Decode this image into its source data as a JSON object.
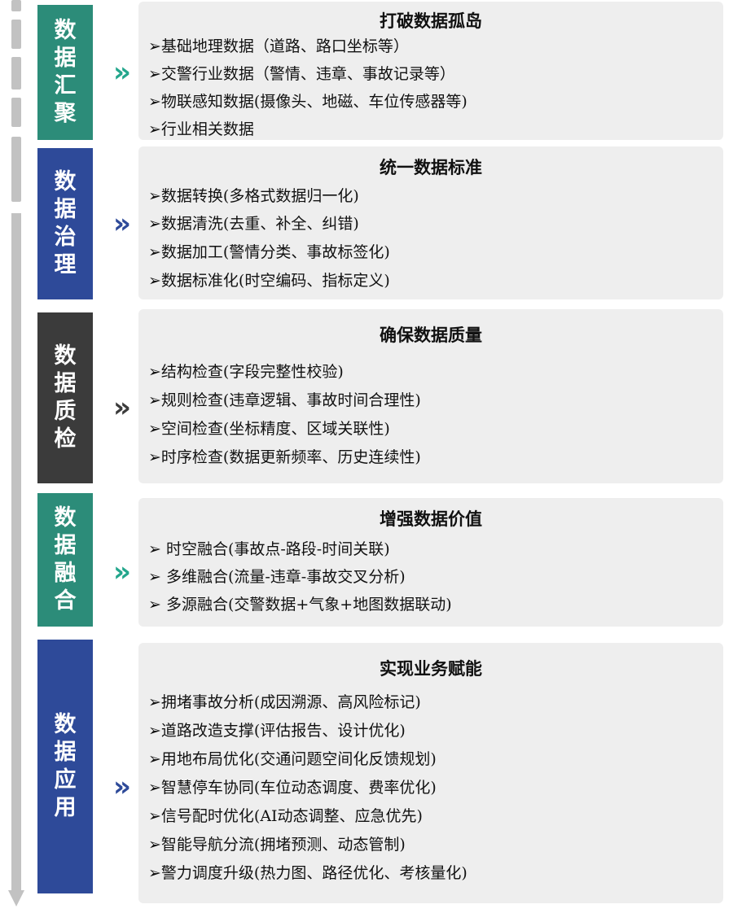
{
  "colors": {
    "teal": "#2c8c79",
    "blue": "#2e4a99",
    "dark": "#3b3b3b",
    "axis": "#c2c2c2",
    "card": "#eeeeee",
    "chevron_teal": "#23a68c",
    "chevron_blue": "#2e4a99",
    "chevron_dark": "#3b3b3b"
  },
  "stages": [
    {
      "label": "数据汇聚",
      "color": "teal",
      "chevron": "»",
      "title": "打破数据孤岛",
      "items": [
        "➢基础地理数据（道路、路口坐标等）",
        "➢交警行业数据（警情、违章、事故记录等）",
        "➢物联感知数据(摄像头、地磁、车位传感器等)",
        "➢行业相关数据"
      ]
    },
    {
      "label": "数据治理",
      "color": "blue",
      "chevron": "»",
      "title": "统一数据标准",
      "items": [
        "➢数据转换(多格式数据归一化)",
        "➢数据清洗(去重、补全、纠错)",
        "➢数据加工(警情分类、事故标签化)",
        "➢数据标准化(时空编码、指标定义)"
      ]
    },
    {
      "label": "数据质检",
      "color": "dark",
      "chevron": "»",
      "title": "确保数据质量",
      "items": [
        "➢结构检查(字段完整性校验)",
        "➢规则检查(违章逻辑、事故时间合理性)",
        "➢空间检查(坐标精度、区域关联性)",
        "➢时序检查(数据更新频率、历史连续性)"
      ]
    },
    {
      "label": "数据融合",
      "color": "teal",
      "chevron": "»",
      "title": "增强数据价值",
      "items": [
        "➢  时空融合(事故点-路段-时间关联)",
        "➢  多维融合(流量-违章-事故交叉分析)",
        "➢  多源融合(交警数据+气象+地图数据联动)"
      ]
    },
    {
      "label": "数据应用",
      "color": "blue",
      "chevron": "»",
      "title": "实现业务赋能",
      "items": [
        "➢拥堵事故分析(成因溯源、高风险标记)",
        "➢道路改造支撑(评估报告、设计优化)",
        "➢用地布局优化(交通问题空间化反馈规划)",
        "➢智慧停车协同(车位动态调度、费率优化)",
        "➢信号配时优化(AI动态调整、应急优先)",
        "➢智能导航分流(拥堵预测、动态管制)",
        "➢警力调度升级(热力图、路径优化、考核量化)"
      ]
    }
  ]
}
